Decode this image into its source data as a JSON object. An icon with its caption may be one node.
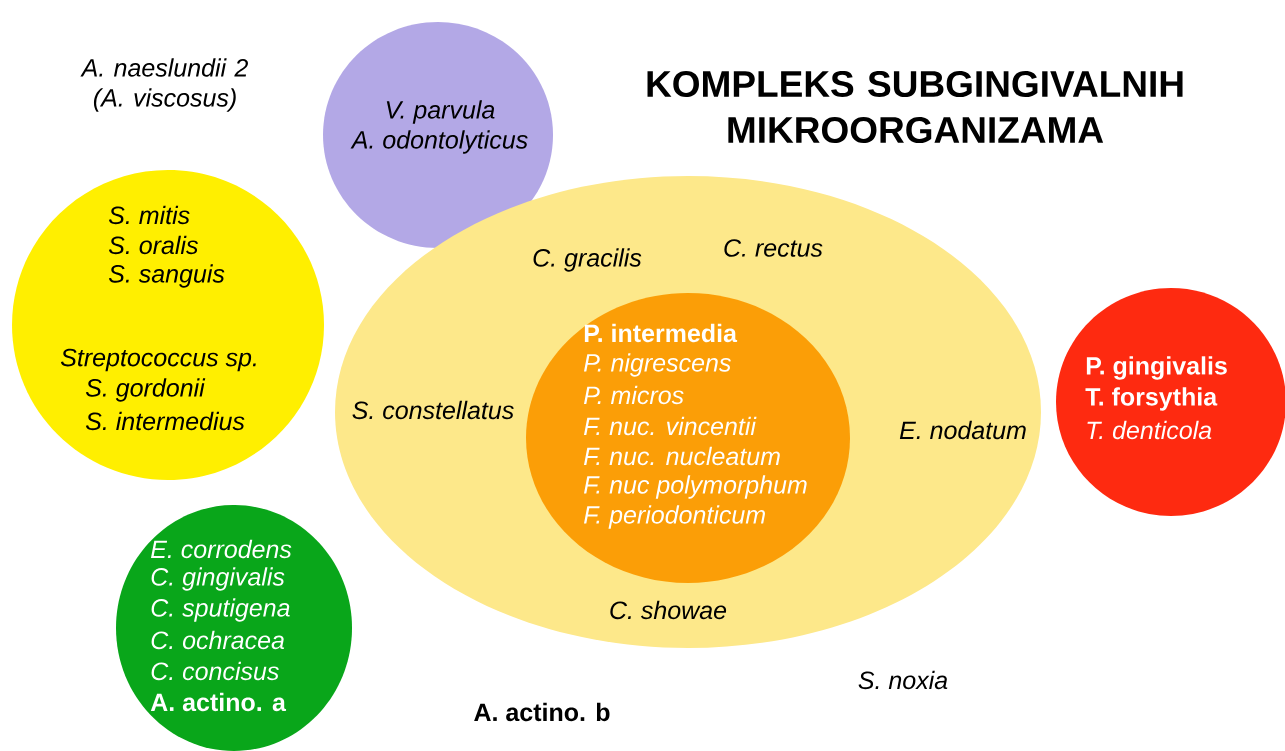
{
  "diagram": {
    "title": "KOMPLEKS SUBGINGIVALNIH MIKROORGANIZAMA",
    "nodes": [
      {
        "text": [
          "V. parvula",
          "A. odontolyticus"
        ]
      },
      {
        "text": [
          "S. mitis",
          "S. oralis",
          "S. sanguis",
          "Streptococcus sp.",
          "S. gordonii",
          "S. intermedius"
        ]
      },
      {
        "text": [
          "C. gracilis",
          "C. rectus",
          "S. constellatus",
          "E. nodatum",
          "C. showae"
        ]
      },
      {
        "text": [
          "P. intermedia",
          "P. nigrescens",
          "P. micros",
          "F. nuc. vincentii",
          "F. nuc. nucleatum",
          "F. nuc polymorphum",
          "F. periodonticum"
        ],
        "in": 2
      },
      {
        "text": [
          "P. gingivalis",
          "T. forsythia",
          "T. denticola"
        ]
      },
      {
        "text": [
          "E. corrodens",
          "C. gingivalis",
          "C. sputigena",
          "C. ochracea",
          "C. concisus",
          "A. actino. a"
        ]
      }
    ],
    "labels": [
      "A. naeslundii 2 (A. viscosus)",
      "S. noxia",
      "A. actino. b"
    ]
  }
}
